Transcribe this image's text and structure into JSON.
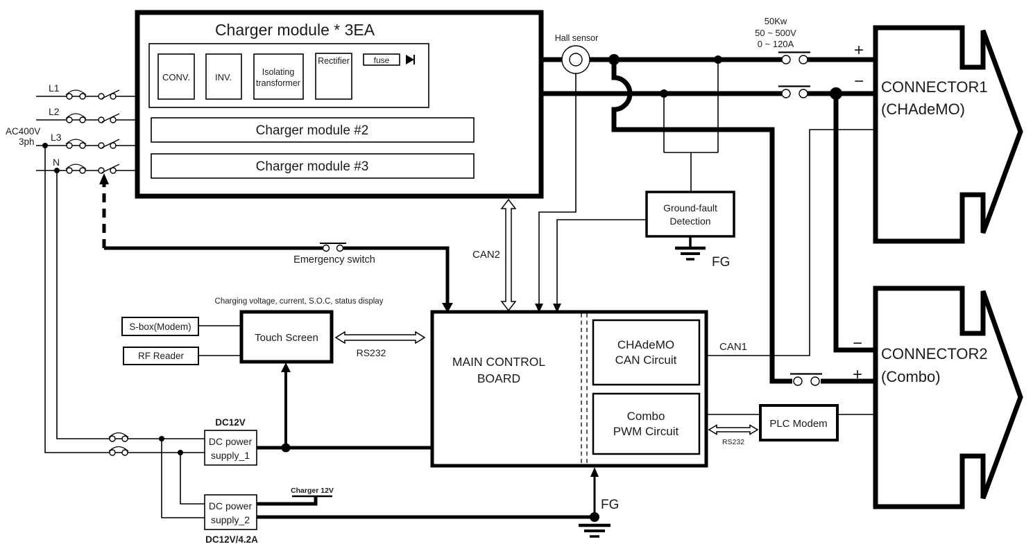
{
  "ac_input": {
    "voltage": "AC400V",
    "phases": "3ph",
    "l1": "L1",
    "l2": "L2",
    "l3": "L3",
    "n": "N"
  },
  "charger": {
    "title": "Charger module * 3EA",
    "conv": "CONV.",
    "inv": "INV.",
    "isolating_line1": "Isolating",
    "isolating_line2": "transformer",
    "rectifier": "Rectifier",
    "fuse": "fuse",
    "module2": "Charger module #2",
    "module3": "Charger module #3"
  },
  "dc_output": {
    "hall_sensor": "Hall sensor",
    "rating_power": "50Kw",
    "rating_voltage": "50 ~ 500V",
    "rating_current": "0 ~ 120A",
    "plus": "+",
    "minus": "−"
  },
  "connector1": {
    "name": "CONNECTOR1",
    "standard": "(CHAdeMO)"
  },
  "connector2": {
    "name": "CONNECTOR2",
    "standard": "(Combo)"
  },
  "ground_fault": {
    "line1": "Ground-fault",
    "line2": "Detection",
    "fg": "FG"
  },
  "emergency": {
    "label": "Emergency switch"
  },
  "hmi": {
    "caption": "Charging voltage, current, S.O.C, status display",
    "sbox": "S-box(Modem)",
    "rf_reader": "RF Reader",
    "touch_screen": "Touch Screen",
    "rs232": "RS232"
  },
  "main_board": {
    "name_line1": "MAIN CONTROL",
    "name_line2": "BOARD",
    "chademo_line1": "CHAdeMO",
    "chademo_line2": "CAN Circuit",
    "combo_line1": "Combo",
    "combo_line2": "PWM Circuit",
    "can1": "CAN1",
    "can2": "CAN2",
    "fg": "FG"
  },
  "plc": {
    "label": "PLC Modem",
    "rs232": "RS232"
  },
  "dc_supply": {
    "dc12v": "DC12V",
    "supply1_line1": "DC power",
    "supply1_line2": "supply_1",
    "supply2_line1": "DC power",
    "supply2_line2": "supply_2",
    "rating": "DC12V/4.2A",
    "charger_12v": "Charger 12V"
  }
}
